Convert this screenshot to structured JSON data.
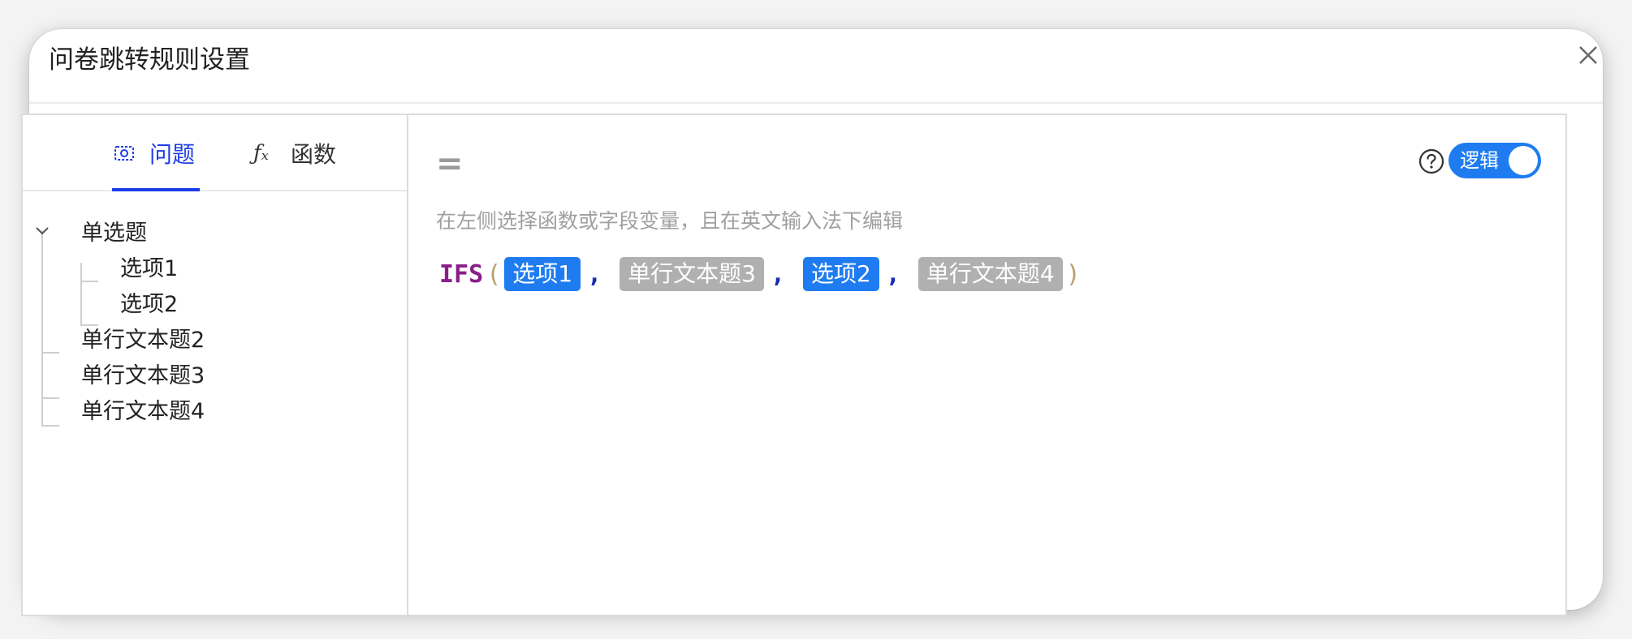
{
  "dialog": {
    "title": "问卷跳转规则设置",
    "close_icon": "close-icon"
  },
  "tabs": [
    {
      "label": "问题",
      "icon": "question-icon",
      "active": true
    },
    {
      "label": "函数",
      "icon": "fx-icon",
      "active": false
    }
  ],
  "tree": {
    "group": {
      "label": "单选题",
      "expanded": true
    },
    "children": [
      "选项1",
      "选项2"
    ],
    "items": [
      "单行文本题2",
      "单行文本题3",
      "单行文本题4"
    ]
  },
  "editor": {
    "equals": "=",
    "hint": "在左侧选择函数或字段变量，且在英文输入法下编辑",
    "toggle_label": "逻辑",
    "toggle_on": true,
    "formula": {
      "function": "IFS",
      "open_paren": "(",
      "close_paren": ")",
      "comma": ",",
      "args": [
        {
          "text": "选项1",
          "kind": "option"
        },
        {
          "text": "单行文本题3",
          "kind": "field"
        },
        {
          "text": "选项2",
          "kind": "option"
        },
        {
          "text": "单行文本题4",
          "kind": "field"
        }
      ]
    }
  },
  "colors": {
    "accent": "#1e3de8",
    "token_blue": "#1e7cf0",
    "token_gray": "#b0b0b0",
    "function_name": "#8a1e8a"
  }
}
